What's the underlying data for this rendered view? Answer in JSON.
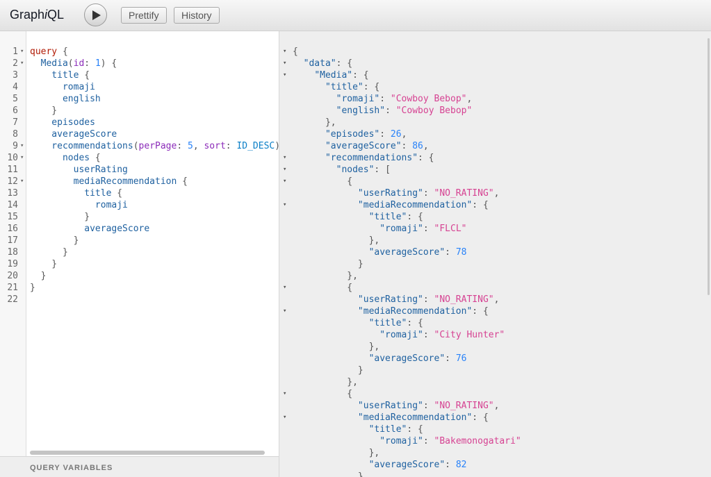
{
  "header": {
    "logo_prefix": "Graph",
    "logo_italic": "i",
    "logo_suffix": "QL",
    "run_label": "Execute Query",
    "prettify_label": "Prettify",
    "history_label": "History"
  },
  "query_lines": [
    {
      "n": "1",
      "fold": true,
      "tokens": [
        [
          "kw",
          "query"
        ],
        [
          "punct",
          " {"
        ]
      ]
    },
    {
      "n": "2",
      "fold": true,
      "tokens": [
        [
          "field",
          "  Media"
        ],
        [
          "punct",
          "("
        ],
        [
          "arg",
          "id"
        ],
        [
          "punct",
          ": "
        ],
        [
          "num",
          "1"
        ],
        [
          "punct",
          ") {"
        ]
      ]
    },
    {
      "n": "3",
      "fold": false,
      "tokens": [
        [
          "field",
          "    title"
        ],
        [
          "punct",
          " {"
        ]
      ]
    },
    {
      "n": "4",
      "fold": false,
      "tokens": [
        [
          "field",
          "      romaji"
        ]
      ]
    },
    {
      "n": "5",
      "fold": false,
      "tokens": [
        [
          "field",
          "      english"
        ]
      ]
    },
    {
      "n": "6",
      "fold": false,
      "tokens": [
        [
          "punct",
          "    }"
        ]
      ]
    },
    {
      "n": "7",
      "fold": false,
      "tokens": [
        [
          "field",
          "    episodes"
        ]
      ]
    },
    {
      "n": "8",
      "fold": false,
      "tokens": [
        [
          "field",
          "    averageScore"
        ]
      ]
    },
    {
      "n": "9",
      "fold": true,
      "tokens": [
        [
          "field",
          "    recommendations"
        ],
        [
          "punct",
          "("
        ],
        [
          "arg",
          "perPage"
        ],
        [
          "punct",
          ": "
        ],
        [
          "num",
          "5"
        ],
        [
          "punct",
          ", "
        ],
        [
          "arg",
          "sort"
        ],
        [
          "punct",
          ": "
        ],
        [
          "enum",
          "ID_DESC"
        ],
        [
          "punct",
          ")"
        ]
      ]
    },
    {
      "n": "10",
      "fold": true,
      "tokens": [
        [
          "field",
          "      nodes"
        ],
        [
          "punct",
          " {"
        ]
      ]
    },
    {
      "n": "11",
      "fold": false,
      "tokens": [
        [
          "field",
          "        userRating"
        ]
      ]
    },
    {
      "n": "12",
      "fold": true,
      "tokens": [
        [
          "field",
          "        mediaRecommendation"
        ],
        [
          "punct",
          " {"
        ]
      ]
    },
    {
      "n": "13",
      "fold": false,
      "tokens": [
        [
          "field",
          "          title"
        ],
        [
          "punct",
          " {"
        ]
      ]
    },
    {
      "n": "14",
      "fold": false,
      "tokens": [
        [
          "field",
          "            romaji"
        ]
      ]
    },
    {
      "n": "15",
      "fold": false,
      "tokens": [
        [
          "punct",
          "          }"
        ]
      ]
    },
    {
      "n": "16",
      "fold": false,
      "tokens": [
        [
          "field",
          "          averageScore"
        ]
      ]
    },
    {
      "n": "17",
      "fold": false,
      "tokens": [
        [
          "punct",
          "        }"
        ]
      ]
    },
    {
      "n": "18",
      "fold": false,
      "tokens": [
        [
          "punct",
          "      }"
        ]
      ]
    },
    {
      "n": "19",
      "fold": false,
      "tokens": [
        [
          "punct",
          "    }"
        ]
      ]
    },
    {
      "n": "20",
      "fold": false,
      "tokens": [
        [
          "punct",
          "  }"
        ]
      ]
    },
    {
      "n": "21",
      "fold": false,
      "tokens": [
        [
          "punct",
          "}"
        ]
      ]
    },
    {
      "n": "22",
      "fold": false,
      "tokens": []
    }
  ],
  "query_variables_label": "QUERY VARIABLES",
  "result_lines": [
    {
      "fold": true,
      "tokens": [
        [
          "punct",
          "{"
        ]
      ]
    },
    {
      "fold": true,
      "tokens": [
        [
          "punct",
          "  "
        ],
        [
          "rkey",
          "\"data\""
        ],
        [
          "punct",
          ": {"
        ]
      ]
    },
    {
      "fold": true,
      "tokens": [
        [
          "punct",
          "    "
        ],
        [
          "rkey",
          "\"Media\""
        ],
        [
          "punct",
          ": {"
        ]
      ]
    },
    {
      "fold": false,
      "tokens": [
        [
          "punct",
          "      "
        ],
        [
          "rkey",
          "\"title\""
        ],
        [
          "punct",
          ": {"
        ]
      ]
    },
    {
      "fold": false,
      "tokens": [
        [
          "punct",
          "        "
        ],
        [
          "rkey",
          "\"romaji\""
        ],
        [
          "punct",
          ": "
        ],
        [
          "rstr",
          "\"Cowboy Bebop\""
        ],
        [
          "punct",
          ","
        ]
      ]
    },
    {
      "fold": false,
      "tokens": [
        [
          "punct",
          "        "
        ],
        [
          "rkey",
          "\"english\""
        ],
        [
          "punct",
          ": "
        ],
        [
          "rstr",
          "\"Cowboy Bebop\""
        ]
      ]
    },
    {
      "fold": false,
      "tokens": [
        [
          "punct",
          "      },"
        ]
      ]
    },
    {
      "fold": false,
      "tokens": [
        [
          "punct",
          "      "
        ],
        [
          "rkey",
          "\"episodes\""
        ],
        [
          "punct",
          ": "
        ],
        [
          "rnum",
          "26"
        ],
        [
          "punct",
          ","
        ]
      ]
    },
    {
      "fold": false,
      "tokens": [
        [
          "punct",
          "      "
        ],
        [
          "rkey",
          "\"averageScore\""
        ],
        [
          "punct",
          ": "
        ],
        [
          "rnum",
          "86"
        ],
        [
          "punct",
          ","
        ]
      ]
    },
    {
      "fold": true,
      "tokens": [
        [
          "punct",
          "      "
        ],
        [
          "rkey",
          "\"recommendations\""
        ],
        [
          "punct",
          ": {"
        ]
      ]
    },
    {
      "fold": true,
      "tokens": [
        [
          "punct",
          "        "
        ],
        [
          "rkey",
          "\"nodes\""
        ],
        [
          "punct",
          ": ["
        ]
      ]
    },
    {
      "fold": true,
      "tokens": [
        [
          "punct",
          "          {"
        ]
      ]
    },
    {
      "fold": false,
      "tokens": [
        [
          "punct",
          "            "
        ],
        [
          "rkey",
          "\"userRating\""
        ],
        [
          "punct",
          ": "
        ],
        [
          "rstr",
          "\"NO_RATING\""
        ],
        [
          "punct",
          ","
        ]
      ]
    },
    {
      "fold": true,
      "tokens": [
        [
          "punct",
          "            "
        ],
        [
          "rkey",
          "\"mediaRecommendation\""
        ],
        [
          "punct",
          ": {"
        ]
      ]
    },
    {
      "fold": false,
      "tokens": [
        [
          "punct",
          "              "
        ],
        [
          "rkey",
          "\"title\""
        ],
        [
          "punct",
          ": {"
        ]
      ]
    },
    {
      "fold": false,
      "tokens": [
        [
          "punct",
          "                "
        ],
        [
          "rkey",
          "\"romaji\""
        ],
        [
          "punct",
          ": "
        ],
        [
          "rstr",
          "\"FLCL\""
        ]
      ]
    },
    {
      "fold": false,
      "tokens": [
        [
          "punct",
          "              },"
        ]
      ]
    },
    {
      "fold": false,
      "tokens": [
        [
          "punct",
          "              "
        ],
        [
          "rkey",
          "\"averageScore\""
        ],
        [
          "punct",
          ": "
        ],
        [
          "rnum",
          "78"
        ]
      ]
    },
    {
      "fold": false,
      "tokens": [
        [
          "punct",
          "            }"
        ]
      ]
    },
    {
      "fold": false,
      "tokens": [
        [
          "punct",
          "          },"
        ]
      ]
    },
    {
      "fold": true,
      "tokens": [
        [
          "punct",
          "          {"
        ]
      ]
    },
    {
      "fold": false,
      "tokens": [
        [
          "punct",
          "            "
        ],
        [
          "rkey",
          "\"userRating\""
        ],
        [
          "punct",
          ": "
        ],
        [
          "rstr",
          "\"NO_RATING\""
        ],
        [
          "punct",
          ","
        ]
      ]
    },
    {
      "fold": true,
      "tokens": [
        [
          "punct",
          "            "
        ],
        [
          "rkey",
          "\"mediaRecommendation\""
        ],
        [
          "punct",
          ": {"
        ]
      ]
    },
    {
      "fold": false,
      "tokens": [
        [
          "punct",
          "              "
        ],
        [
          "rkey",
          "\"title\""
        ],
        [
          "punct",
          ": {"
        ]
      ]
    },
    {
      "fold": false,
      "tokens": [
        [
          "punct",
          "                "
        ],
        [
          "rkey",
          "\"romaji\""
        ],
        [
          "punct",
          ": "
        ],
        [
          "rstr",
          "\"City Hunter\""
        ]
      ]
    },
    {
      "fold": false,
      "tokens": [
        [
          "punct",
          "              },"
        ]
      ]
    },
    {
      "fold": false,
      "tokens": [
        [
          "punct",
          "              "
        ],
        [
          "rkey",
          "\"averageScore\""
        ],
        [
          "punct",
          ": "
        ],
        [
          "rnum",
          "76"
        ]
      ]
    },
    {
      "fold": false,
      "tokens": [
        [
          "punct",
          "            }"
        ]
      ]
    },
    {
      "fold": false,
      "tokens": [
        [
          "punct",
          "          },"
        ]
      ]
    },
    {
      "fold": true,
      "tokens": [
        [
          "punct",
          "          {"
        ]
      ]
    },
    {
      "fold": false,
      "tokens": [
        [
          "punct",
          "            "
        ],
        [
          "rkey",
          "\"userRating\""
        ],
        [
          "punct",
          ": "
        ],
        [
          "rstr",
          "\"NO_RATING\""
        ],
        [
          "punct",
          ","
        ]
      ]
    },
    {
      "fold": true,
      "tokens": [
        [
          "punct",
          "            "
        ],
        [
          "rkey",
          "\"mediaRecommendation\""
        ],
        [
          "punct",
          ": {"
        ]
      ]
    },
    {
      "fold": false,
      "tokens": [
        [
          "punct",
          "              "
        ],
        [
          "rkey",
          "\"title\""
        ],
        [
          "punct",
          ": {"
        ]
      ]
    },
    {
      "fold": false,
      "tokens": [
        [
          "punct",
          "                "
        ],
        [
          "rkey",
          "\"romaji\""
        ],
        [
          "punct",
          ": "
        ],
        [
          "rstr",
          "\"Bakemonogatari\""
        ]
      ]
    },
    {
      "fold": false,
      "tokens": [
        [
          "punct",
          "              },"
        ]
      ]
    },
    {
      "fold": false,
      "tokens": [
        [
          "punct",
          "              "
        ],
        [
          "rkey",
          "\"averageScore\""
        ],
        [
          "punct",
          ": "
        ],
        [
          "rnum",
          "82"
        ]
      ]
    },
    {
      "fold": false,
      "tokens": [
        [
          "punct",
          "            }"
        ]
      ]
    }
  ]
}
